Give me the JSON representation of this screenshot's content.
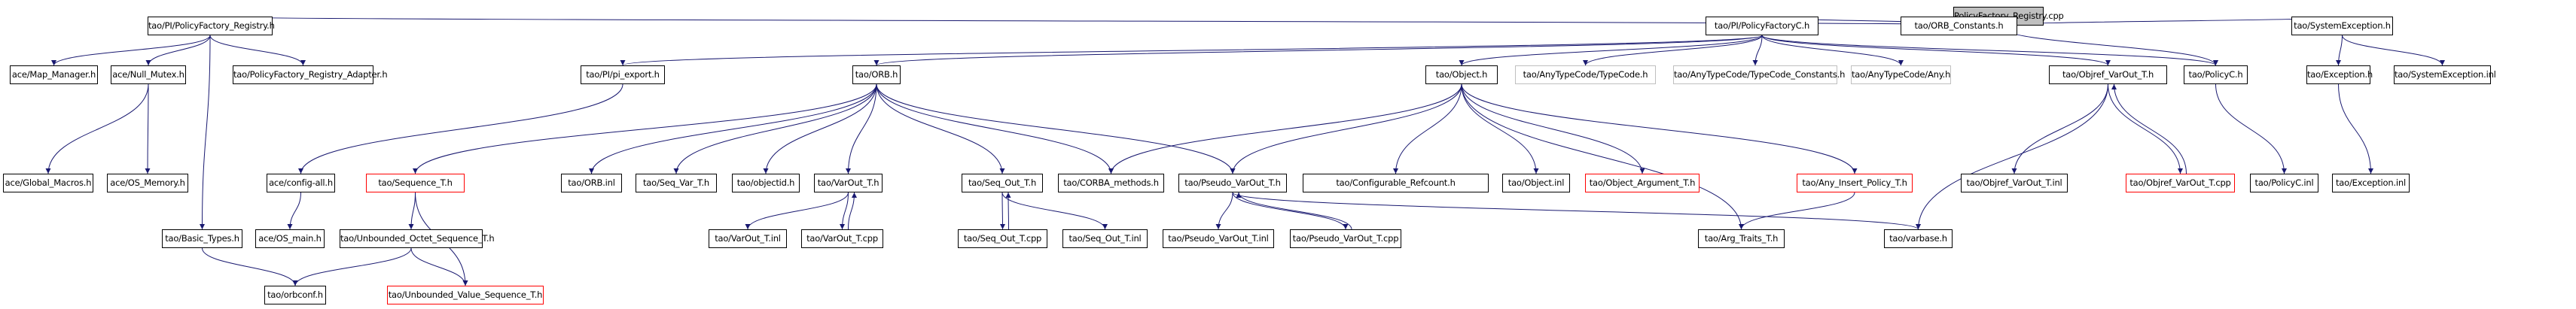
{
  "title": "PolicyFactory_Registry.cpp include dependency graph",
  "colors": {
    "edge": "#191970",
    "root_fill": "#bfbfbf",
    "normal_border": "#000000",
    "truncated_border": "#ff0000",
    "undocumented_border": "#bfbfbf"
  },
  "nodes": [
    {
      "id": "root",
      "label": "PolicyFactory_Registry.cpp",
      "kind": "root"
    },
    {
      "id": "pfr_h",
      "label": "tao/PI/PolicyFactory_Registry.h",
      "kind": "normal"
    },
    {
      "id": "pfc_h",
      "label": "tao/PI/PolicyFactoryC.h",
      "kind": "normal"
    },
    {
      "id": "orb_const",
      "label": "tao/ORB_Constants.h",
      "kind": "normal"
    },
    {
      "id": "sysexc_h",
      "label": "tao/SystemException.h",
      "kind": "normal"
    },
    {
      "id": "map_mgr",
      "label": "ace/Map_Manager.h",
      "kind": "normal"
    },
    {
      "id": "null_mutex",
      "label": "ace/Null_Mutex.h",
      "kind": "normal"
    },
    {
      "id": "pfr_adapter",
      "label": "tao/PolicyFactory_Registry_Adapter.h",
      "kind": "normal"
    },
    {
      "id": "pi_export",
      "label": "tao/PI/pi_export.h",
      "kind": "normal"
    },
    {
      "id": "orb_h",
      "label": "tao/ORB.h",
      "kind": "normal"
    },
    {
      "id": "object_h",
      "label": "tao/Object.h",
      "kind": "normal"
    },
    {
      "id": "typecode_h",
      "label": "tao/AnyTypeCode/TypeCode.h",
      "kind": "grey"
    },
    {
      "id": "tc_const",
      "label": "tao/AnyTypeCode/TypeCode_Constants.h",
      "kind": "grey"
    },
    {
      "id": "any_h",
      "label": "tao/AnyTypeCode/Any.h",
      "kind": "grey"
    },
    {
      "id": "objref_h",
      "label": "tao/Objref_VarOut_T.h",
      "kind": "normal"
    },
    {
      "id": "policyc_h",
      "label": "tao/PolicyC.h",
      "kind": "normal"
    },
    {
      "id": "exception_h",
      "label": "tao/Exception.h",
      "kind": "normal"
    },
    {
      "id": "sysexc_inl",
      "label": "tao/SystemException.inl",
      "kind": "normal"
    },
    {
      "id": "global_macros",
      "label": "ace/Global_Macros.h",
      "kind": "normal"
    },
    {
      "id": "os_memory",
      "label": "ace/OS_Memory.h",
      "kind": "normal"
    },
    {
      "id": "config_all",
      "label": "ace/config-all.h",
      "kind": "normal"
    },
    {
      "id": "sequence_t",
      "label": "tao/Sequence_T.h",
      "kind": "red"
    },
    {
      "id": "orb_inl",
      "label": "tao/ORB.inl",
      "kind": "normal"
    },
    {
      "id": "seq_var",
      "label": "tao/Seq_Var_T.h",
      "kind": "normal"
    },
    {
      "id": "objectid",
      "label": "tao/objectid.h",
      "kind": "normal"
    },
    {
      "id": "varout_h",
      "label": "tao/VarOut_T.h",
      "kind": "normal"
    },
    {
      "id": "seq_out_h",
      "label": "tao/Seq_Out_T.h",
      "kind": "normal"
    },
    {
      "id": "corba_methods",
      "label": "tao/CORBA_methods.h",
      "kind": "normal"
    },
    {
      "id": "pseudo_h",
      "label": "tao/Pseudo_VarOut_T.h",
      "kind": "normal"
    },
    {
      "id": "conf_refcount",
      "label": "tao/Configurable_Refcount.h",
      "kind": "normal"
    },
    {
      "id": "object_inl",
      "label": "tao/Object.inl",
      "kind": "normal"
    },
    {
      "id": "obj_arg",
      "label": "tao/Object_Argument_T.h",
      "kind": "red"
    },
    {
      "id": "any_insert",
      "label": "tao/Any_Insert_Policy_T.h",
      "kind": "red"
    },
    {
      "id": "objref_inl",
      "label": "tao/Objref_VarOut_T.inl",
      "kind": "normal"
    },
    {
      "id": "objref_cpp",
      "label": "tao/Objref_VarOut_T.cpp",
      "kind": "red"
    },
    {
      "id": "policyc_inl",
      "label": "tao/PolicyC.inl",
      "kind": "normal"
    },
    {
      "id": "exception_inl",
      "label": "tao/Exception.inl",
      "kind": "normal"
    },
    {
      "id": "basic_types",
      "label": "tao/Basic_Types.h",
      "kind": "normal"
    },
    {
      "id": "os_main",
      "label": "ace/OS_main.h",
      "kind": "normal"
    },
    {
      "id": "unb_octet",
      "label": "tao/Unbounded_Octet_Sequence_T.h",
      "kind": "normal"
    },
    {
      "id": "varout_inl",
      "label": "tao/VarOut_T.inl",
      "kind": "normal"
    },
    {
      "id": "varout_cpp",
      "label": "tao/VarOut_T.cpp",
      "kind": "normal"
    },
    {
      "id": "seq_out_cpp",
      "label": "tao/Seq_Out_T.cpp",
      "kind": "normal"
    },
    {
      "id": "seq_out_inl",
      "label": "tao/Seq_Out_T.inl",
      "kind": "normal"
    },
    {
      "id": "pseudo_inl",
      "label": "tao/Pseudo_VarOut_T.inl",
      "kind": "normal"
    },
    {
      "id": "pseudo_cpp",
      "label": "tao/Pseudo_VarOut_T.cpp",
      "kind": "normal"
    },
    {
      "id": "arg_traits",
      "label": "tao/Arg_Traits_T.h",
      "kind": "normal"
    },
    {
      "id": "varbase",
      "label": "tao/varbase.h",
      "kind": "normal"
    },
    {
      "id": "orbconf",
      "label": "tao/orbconf.h",
      "kind": "normal"
    },
    {
      "id": "unb_value",
      "label": "tao/Unbounded_Value_Sequence_T.h",
      "kind": "red"
    }
  ],
  "edges": [
    [
      "root",
      "pfr_h"
    ],
    [
      "root",
      "pfc_h"
    ],
    [
      "root",
      "orb_const"
    ],
    [
      "root",
      "sysexc_h"
    ],
    [
      "root",
      "policyc_h"
    ],
    [
      "pfr_h",
      "map_mgr"
    ],
    [
      "pfr_h",
      "null_mutex"
    ],
    [
      "pfr_h",
      "pfr_adapter"
    ],
    [
      "pfr_h",
      "basic_types"
    ],
    [
      "null_mutex",
      "global_macros"
    ],
    [
      "null_mutex",
      "os_memory"
    ],
    [
      "pfc_h",
      "pi_export"
    ],
    [
      "pfc_h",
      "orb_h"
    ],
    [
      "pfc_h",
      "object_h"
    ],
    [
      "pfc_h",
      "typecode_h"
    ],
    [
      "pfc_h",
      "tc_const"
    ],
    [
      "pfc_h",
      "any_h"
    ],
    [
      "pfc_h",
      "objref_h"
    ],
    [
      "pfc_h",
      "policyc_h"
    ],
    [
      "pi_export",
      "config_all"
    ],
    [
      "config_all",
      "os_main"
    ],
    [
      "orb_h",
      "sequence_t"
    ],
    [
      "orb_h",
      "orb_inl"
    ],
    [
      "orb_h",
      "seq_var"
    ],
    [
      "orb_h",
      "objectid"
    ],
    [
      "orb_h",
      "varout_h"
    ],
    [
      "orb_h",
      "seq_out_h"
    ],
    [
      "orb_h",
      "corba_methods"
    ],
    [
      "orb_h",
      "pseudo_h"
    ],
    [
      "object_h",
      "corba_methods"
    ],
    [
      "object_h",
      "pseudo_h"
    ],
    [
      "object_h",
      "conf_refcount"
    ],
    [
      "object_h",
      "object_inl"
    ],
    [
      "object_h",
      "obj_arg"
    ],
    [
      "object_h",
      "any_insert"
    ],
    [
      "object_h",
      "arg_traits"
    ],
    [
      "objref_h",
      "varbase"
    ],
    [
      "objref_h",
      "objref_inl"
    ],
    [
      "objref_h",
      "objref_cpp"
    ],
    [
      "objref_cpp",
      "objref_h"
    ],
    [
      "policyc_h",
      "policyc_inl"
    ],
    [
      "sysexc_h",
      "exception_h"
    ],
    [
      "sysexc_h",
      "sysexc_inl"
    ],
    [
      "exception_h",
      "exception_inl"
    ],
    [
      "sequence_t",
      "unb_octet"
    ],
    [
      "sequence_t",
      "unb_value"
    ],
    [
      "unb_octet",
      "orbconf"
    ],
    [
      "unb_octet",
      "unb_value"
    ],
    [
      "basic_types",
      "orbconf"
    ],
    [
      "varout_h",
      "varout_inl"
    ],
    [
      "varout_h",
      "varout_cpp"
    ],
    [
      "varout_cpp",
      "varout_h"
    ],
    [
      "seq_out_h",
      "seq_out_cpp"
    ],
    [
      "seq_out_h",
      "seq_out_inl"
    ],
    [
      "seq_out_cpp",
      "seq_out_h"
    ],
    [
      "pseudo_h",
      "pseudo_inl"
    ],
    [
      "pseudo_h",
      "pseudo_cpp"
    ],
    [
      "pseudo_cpp",
      "pseudo_h"
    ],
    [
      "pseudo_h",
      "varbase"
    ],
    [
      "any_insert",
      "arg_traits"
    ]
  ]
}
